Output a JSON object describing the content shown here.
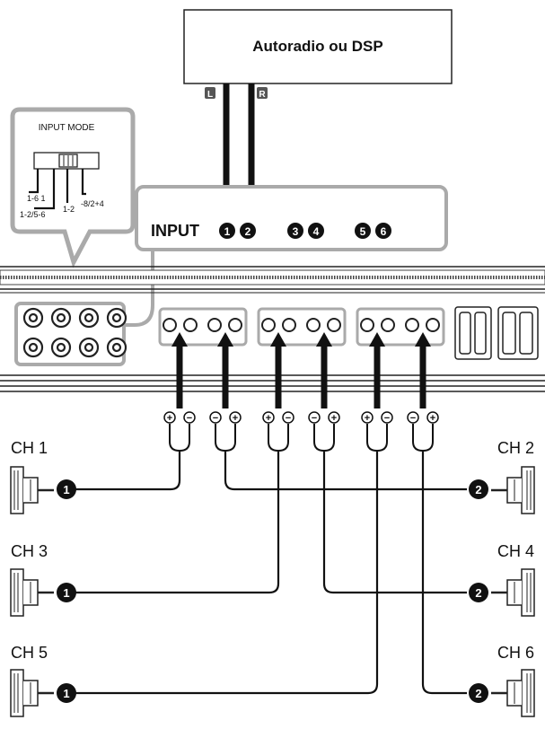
{
  "source": {
    "label": "Autoradio ou DSP"
  },
  "cable_tags": {
    "left": "L",
    "right": "R"
  },
  "input_mode": {
    "title": "INPUT MODE",
    "positions": [
      "1-6 1",
      "1-2/5-6",
      "1-2",
      "-8/2+4"
    ]
  },
  "input_panel": {
    "label": "INPUT",
    "badges": [
      "1",
      "2",
      "3",
      "4",
      "5",
      "6"
    ]
  },
  "polarity": {
    "plus": "+",
    "minus": "−"
  },
  "channels": [
    {
      "label": "CH 1",
      "side": "left",
      "badge": "1"
    },
    {
      "label": "CH 2",
      "side": "right",
      "badge": "2"
    },
    {
      "label": "CH 3",
      "side": "left",
      "badge": "1"
    },
    {
      "label": "CH 4",
      "side": "right",
      "badge": "2"
    },
    {
      "label": "CH 5",
      "side": "left",
      "badge": "1"
    },
    {
      "label": "CH 6",
      "side": "right",
      "badge": "2"
    }
  ]
}
